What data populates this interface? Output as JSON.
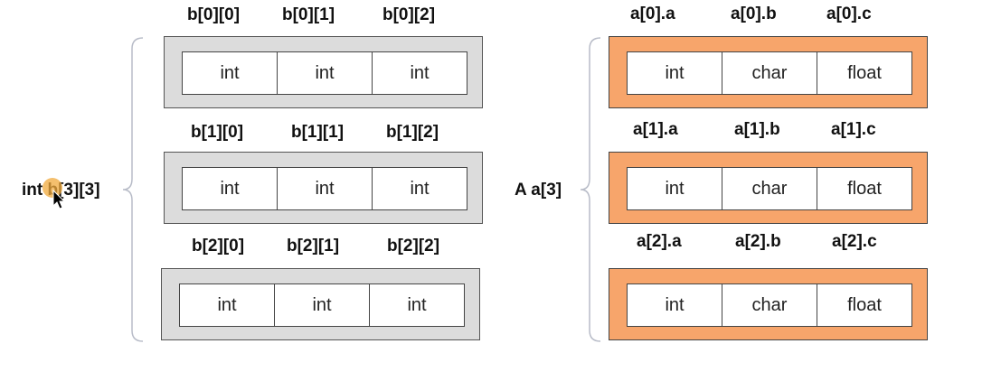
{
  "left": {
    "declaration": "int b[3][3]",
    "rows": [
      {
        "labels": [
          "b[0][0]",
          "b[0][1]",
          "b[0][2]"
        ],
        "cells": [
          "int",
          "int",
          "int"
        ]
      },
      {
        "labels": [
          "b[1][0]",
          "b[1][1]",
          "b[1][2]"
        ],
        "cells": [
          "int",
          "int",
          "int"
        ]
      },
      {
        "labels": [
          "b[2][0]",
          "b[2][1]",
          "b[2][2]"
        ],
        "cells": [
          "int",
          "int",
          "int"
        ]
      }
    ]
  },
  "right": {
    "declaration": "A a[3]",
    "rows": [
      {
        "labels": [
          "a[0].a",
          "a[0].b",
          "a[0].c"
        ],
        "cells": [
          "int",
          "char",
          "float"
        ]
      },
      {
        "labels": [
          "a[1].a",
          "a[1].b",
          "a[1].c"
        ],
        "cells": [
          "int",
          "char",
          "float"
        ]
      },
      {
        "labels": [
          "a[2].a",
          "a[2].b",
          "a[2].c"
        ],
        "cells": [
          "int",
          "char",
          "float"
        ]
      }
    ]
  },
  "colors": {
    "gray_box": "#dcdcdc",
    "orange_box": "#f7a56b",
    "brace": "#b8bcc8",
    "cursor_highlight": "#f0aa3c"
  },
  "icons": {
    "cursor": "mouse-pointer-icon",
    "brace": "curly-brace-icon"
  }
}
